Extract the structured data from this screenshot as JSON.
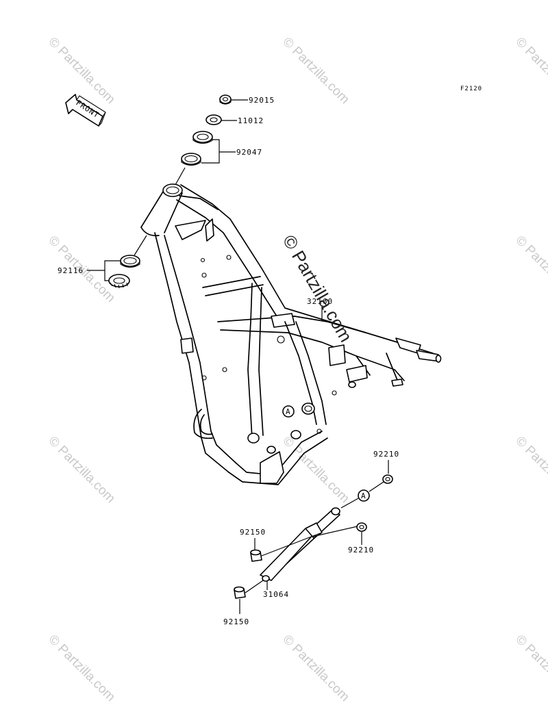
{
  "diagram": {
    "reference_code": "F2120",
    "front_label": "FRONT",
    "callout_letter": "A",
    "watermark": "© Partzilla.com",
    "parts": [
      {
        "id": "nut",
        "number": "92015"
      },
      {
        "id": "washer",
        "number": "11012"
      },
      {
        "id": "upper-race",
        "number": "92047"
      },
      {
        "id": "lower-bearing",
        "number": "92116"
      },
      {
        "id": "frame",
        "number": "32160"
      },
      {
        "id": "nut-upper",
        "number": "92210"
      },
      {
        "id": "nut-lower",
        "number": "92210"
      },
      {
        "id": "collar-upper",
        "number": "92150"
      },
      {
        "id": "engine-bracket",
        "number": "31064"
      },
      {
        "id": "collar-lower",
        "number": "92150"
      }
    ]
  }
}
